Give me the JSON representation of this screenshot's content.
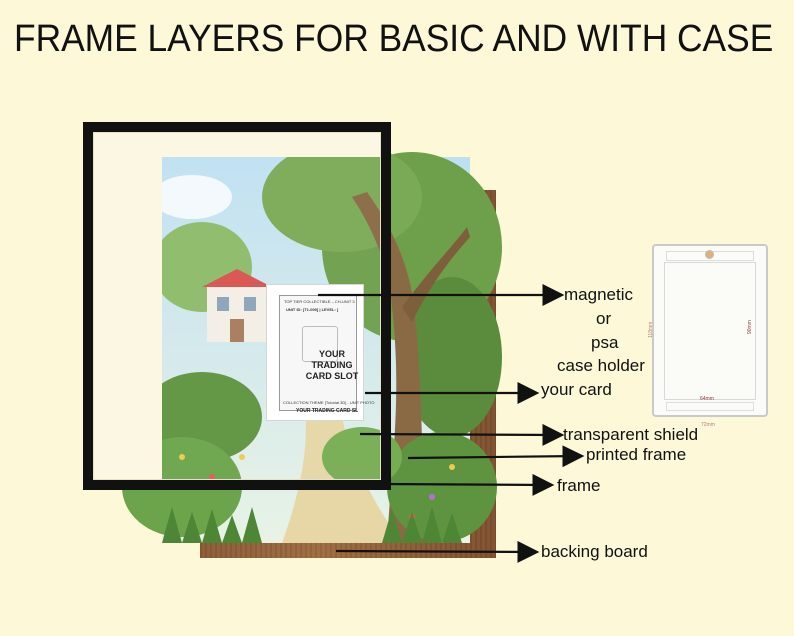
{
  "title": "FRAME LAYERS FOR BASIC AND WITH CASE",
  "card_slot": {
    "header_line": "TOP TIER COLLECTIBLE – CH-UNIT 3",
    "unit_line": "UNIT ID: [T1-000] | LEVEL: [",
    "label": "YOUR TRADING CARD SLOT",
    "footer_small": "COLLECTION THEME [Tutorial 3D] - UNIT PHOTO",
    "bottom_label": "YOUR TRADING CARD SL"
  },
  "labels": {
    "magnetic": "magnetic",
    "or": "or",
    "psa": "psa",
    "case_holder": "case holder",
    "your_card": "your card",
    "transparent_shield": "transparent shield",
    "printed_frame": "printed frame",
    "frame": "frame",
    "backing_board": "backing board"
  },
  "case_dims": {
    "height": "90mm",
    "width": "64mm",
    "outer_width": "72mm",
    "outer_height": "118mm"
  },
  "colors": {
    "background": "#fcf8d8",
    "frame": "#111111",
    "backing_board": "#8a5a34",
    "accent_dim": "#8a3a3a"
  }
}
